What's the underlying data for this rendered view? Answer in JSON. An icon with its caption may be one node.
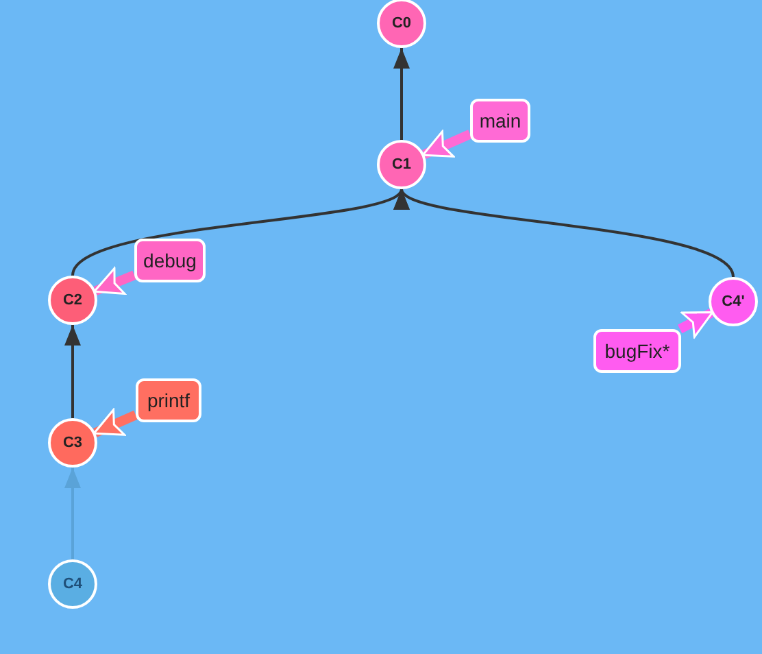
{
  "diagram": {
    "nodes": [
      {
        "text": [
          "C0"
        ]
      },
      {
        "text": [
          "C1"
        ]
      },
      {
        "text": [
          "C2"
        ]
      },
      {
        "text": [
          "C3"
        ]
      },
      {
        "text": [
          "C4"
        ]
      },
      {
        "text": [
          "C4'"
        ]
      },
      {
        "text": [
          "main"
        ]
      },
      {
        "text": [
          "debug"
        ]
      },
      {
        "text": [
          "printf"
        ]
      },
      {
        "text": [
          "bugFix*"
        ]
      }
    ],
    "edges": [
      {
        "from": 1,
        "to": 0,
        "arrow": "to"
      },
      {
        "from": 2,
        "to": 1,
        "arrow": "to"
      },
      {
        "from": 5,
        "to": 1,
        "arrow": "to"
      },
      {
        "from": 3,
        "to": 2,
        "arrow": "to"
      },
      {
        "from": 4,
        "to": 3,
        "arrow": "to",
        "color": "#5aa3d8"
      },
      {
        "from": 6,
        "to": 1,
        "arrow": "to",
        "style": "thick",
        "color": "#ff6ad5"
      },
      {
        "from": 7,
        "to": 2,
        "arrow": "to",
        "style": "thick",
        "color": "#ff66c4"
      },
      {
        "from": 8,
        "to": 3,
        "arrow": "to",
        "style": "thick",
        "color": "#ff6f61"
      },
      {
        "from": 9,
        "to": 5,
        "arrow": "to",
        "style": "thick",
        "color": "#ff5cf0"
      }
    ]
  }
}
